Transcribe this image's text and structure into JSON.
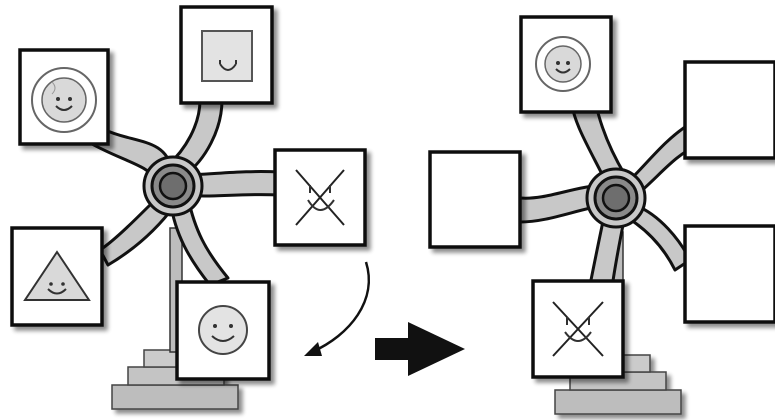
{
  "diagram": {
    "colors": {
      "background": "#ffffff",
      "outline": "#111111",
      "hub_fill": "#c8c8c8",
      "hub_ring": "#7a7a7a",
      "hub_core": "#6e6e6e",
      "base_fill": "#bdbdbd",
      "card_fill": "#ffffff",
      "icon_fill": "#d9d9d9"
    },
    "left_wheel": {
      "cards": [
        {
          "id": "top-left",
          "icon": "circle-face-icon"
        },
        {
          "id": "top",
          "icon": "square-face-icon"
        },
        {
          "id": "right",
          "icon": "crossed-face-icon"
        },
        {
          "id": "bottom-left",
          "icon": "triangle-face-icon"
        },
        {
          "id": "bottom",
          "icon": "smile-face-icon"
        }
      ]
    },
    "right_wheel": {
      "cards": [
        {
          "id": "top",
          "icon": "circle-face-icon"
        },
        {
          "id": "left",
          "icon": "none"
        },
        {
          "id": "right-top",
          "icon": "none"
        },
        {
          "id": "right-bottom",
          "icon": "none"
        },
        {
          "id": "bottom",
          "icon": "crossed-face-icon"
        }
      ]
    },
    "transition": {
      "curved_arrow": "rotation-arrow-icon",
      "main_arrow": "right-arrow-icon"
    }
  }
}
